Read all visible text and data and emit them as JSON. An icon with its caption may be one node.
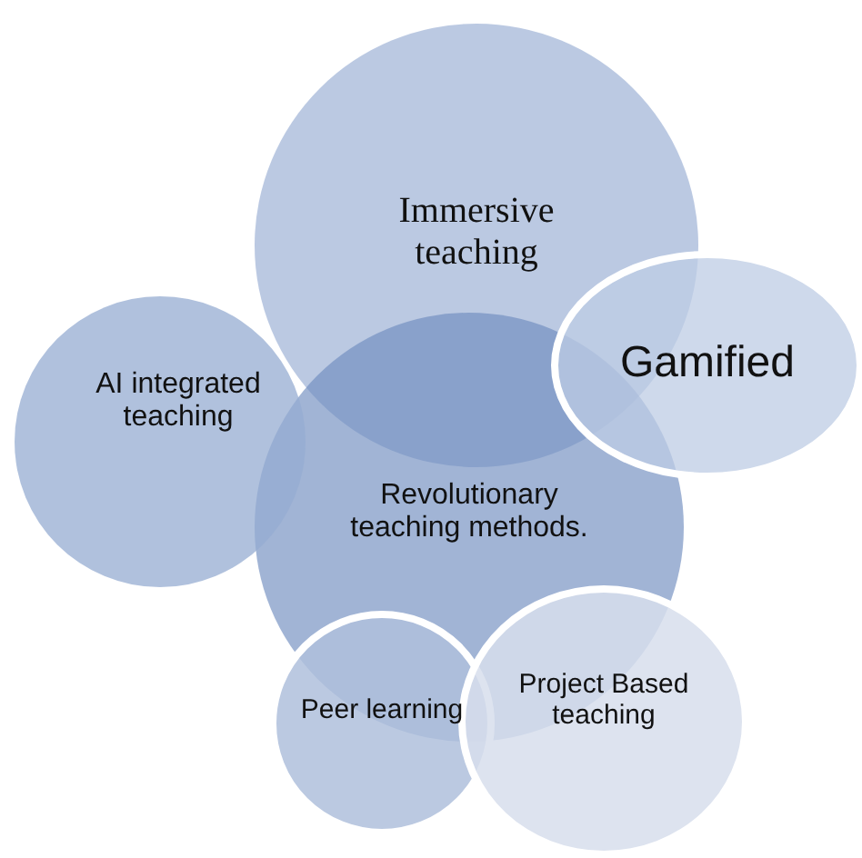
{
  "diagram": {
    "nodes": [
      {
        "text": [
          "Immersive teaching"
        ]
      },
      {
        "text": [
          "Revolutionary teaching methods."
        ]
      },
      {
        "text": [
          "AI integrated teaching"
        ]
      },
      {
        "text": [
          "Gamified"
        ]
      },
      {
        "text": [
          "Peer learning"
        ]
      },
      {
        "text": [
          "Project Based teaching"
        ]
      }
    ]
  }
}
